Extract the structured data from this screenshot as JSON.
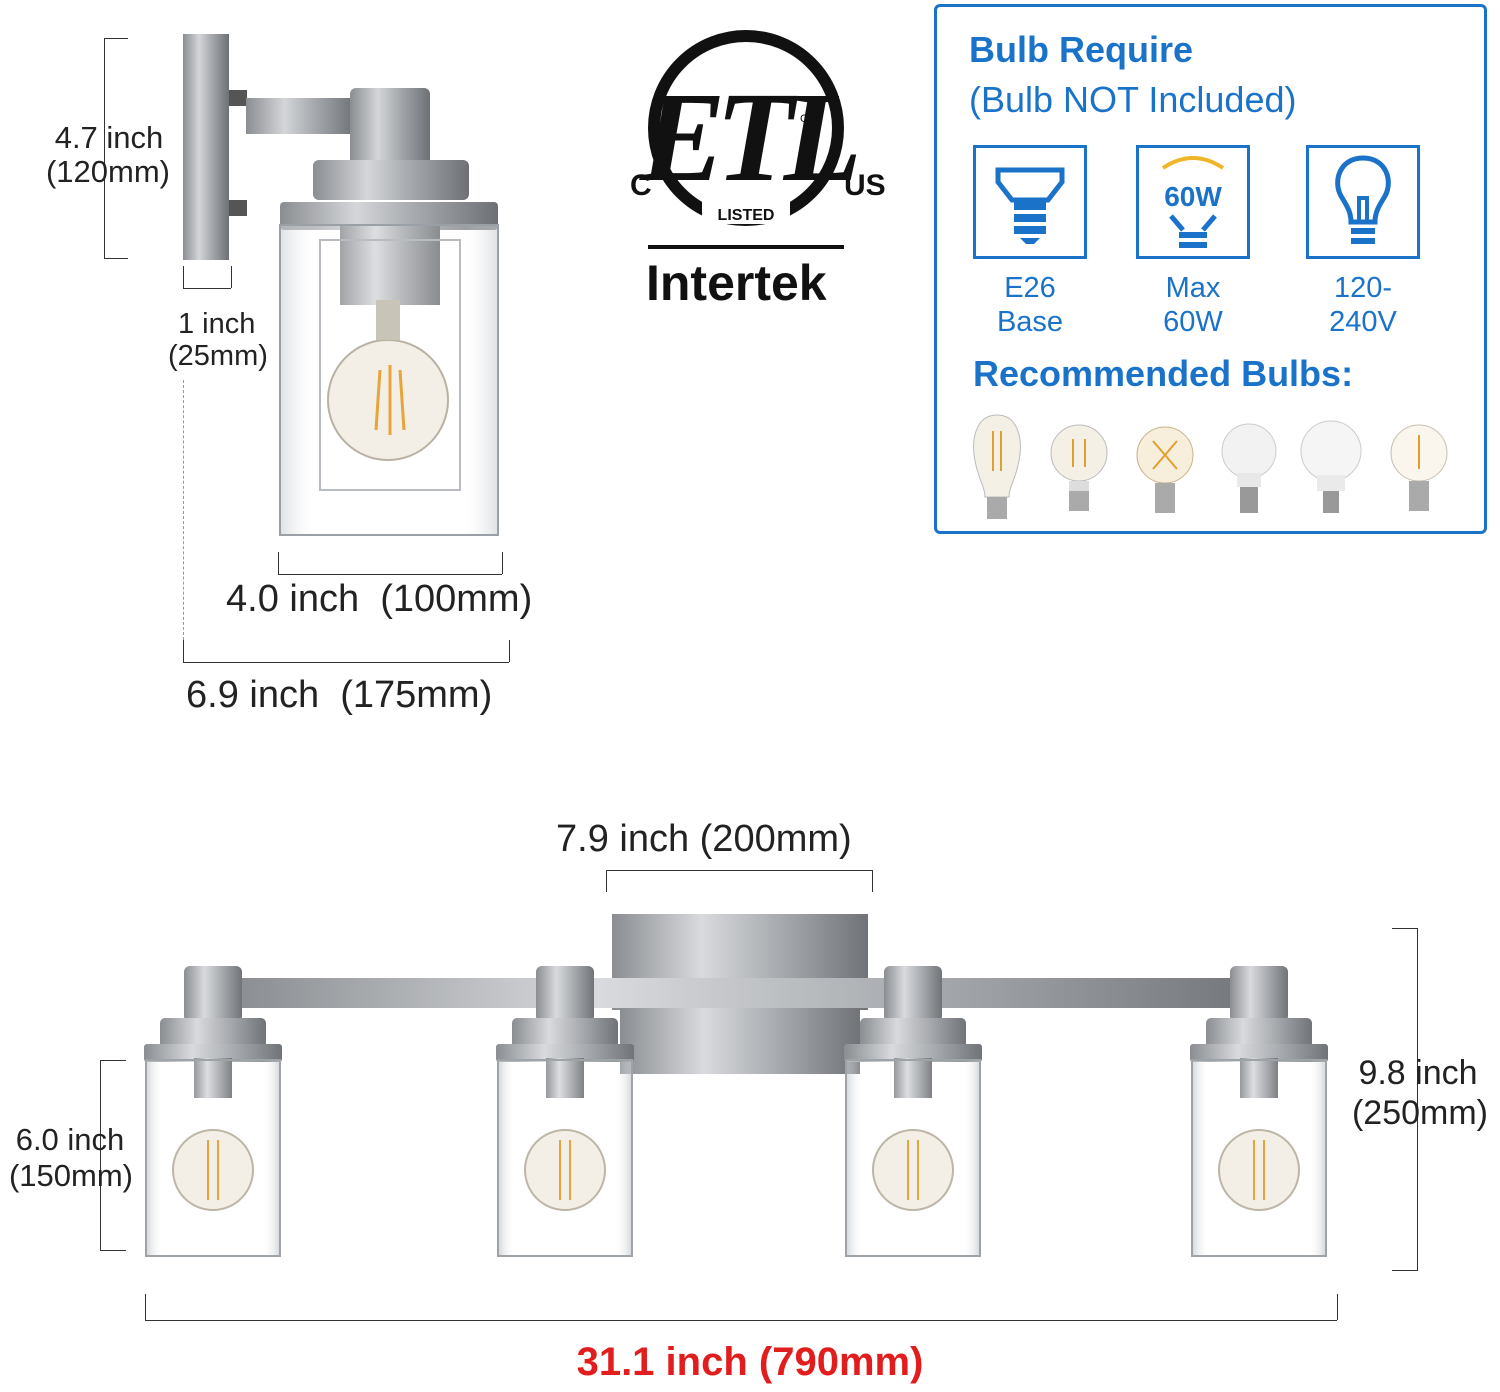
{
  "side_view": {
    "height_label": "4.7 inch",
    "height_label_mm": "(120mm)",
    "backplate_label": "1 inch",
    "backplate_label_mm": "(25mm)",
    "shade_width_label": "4.0 inch  (100mm)",
    "depth_label": "6.9 inch  (175mm)"
  },
  "certification": {
    "mark_text": "ETL",
    "c_text": "C",
    "us_text": "US",
    "cm_text": "CM",
    "listed_text": "LISTED",
    "brand": "Intertek"
  },
  "bulb_panel": {
    "title": "Bulb Require",
    "subtitle": "(Bulb NOT Included)",
    "specs": [
      {
        "icon": "bulb-base-icon",
        "line1": "E26",
        "line2": "Base"
      },
      {
        "icon": "max-wattage-icon",
        "badge": "60W",
        "line1": "Max",
        "line2": "60W"
      },
      {
        "icon": "lightbulb-icon",
        "line1": "120-",
        "line2": "240V"
      }
    ],
    "recommended_title": "Recommended Bulbs:",
    "recommended_bulbs": [
      "st64-filament-bulb-icon",
      "a19-filament-bulb-icon",
      "a19-vintage-bulb-icon",
      "a19-led-bulb-icon",
      "a21-led-bulb-icon",
      "a19-clear-bulb-icon"
    ],
    "accent_color": "#1a73c9"
  },
  "front_view": {
    "backplate_width_label": "7.9 inch (200mm)",
    "shade_height_label": "6.0 inch",
    "shade_height_label_mm": "(150mm)",
    "total_height_label": "9.8 inch",
    "total_height_label_mm": "(250mm)",
    "total_width_label": "31.1 inch (790mm)",
    "total_width_color": "#e11d1d"
  }
}
